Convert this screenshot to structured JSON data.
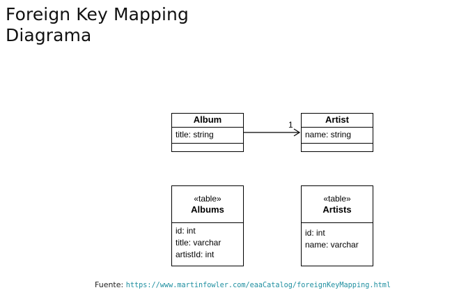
{
  "slide": {
    "title_line1": "Foreign Key Mapping",
    "title_line2": "Diagrama"
  },
  "diagram": {
    "album_class": {
      "name": "Album",
      "attributes": [
        "title: string"
      ]
    },
    "artist_class": {
      "name": "Artist",
      "attributes": [
        "name: string"
      ]
    },
    "association": {
      "multiplicity": "1"
    },
    "albums_table": {
      "stereotype": "«table»",
      "name": "Albums",
      "attributes": [
        "id: int",
        "title: varchar",
        "artistId: int"
      ]
    },
    "artists_table": {
      "stereotype": "«table»",
      "name": "Artists",
      "attributes": [
        "id: int",
        "name: varchar"
      ]
    }
  },
  "source": {
    "label": "Fuente:",
    "url": "https://www.martinfowler.com/eaaCatalog/foreignKeyMapping.html"
  }
}
